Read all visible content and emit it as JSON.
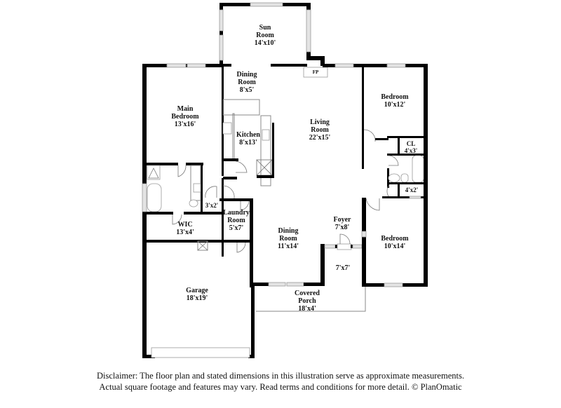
{
  "rooms": {
    "sun_room": {
      "name1": "Sun",
      "name2": "Room",
      "dim": "14'x10'"
    },
    "dining_room_upper": {
      "name1": "Dining",
      "name2": "Room",
      "dim": "8'x5'"
    },
    "fireplace": {
      "label": "FP"
    },
    "main_bedroom": {
      "name1": "Main",
      "name2": "Bedroom",
      "dim": "13'x16'"
    },
    "kitchen": {
      "name1": "Kitchen",
      "dim": "8'x13'"
    },
    "living_room": {
      "name1": "Living",
      "name2": "Room",
      "dim": "22'x15'"
    },
    "bedroom_upper": {
      "name1": "Bedroom",
      "dim": "10'x12'"
    },
    "closet": {
      "name1": "CL",
      "dim": "4'x3'"
    },
    "closet_small": {
      "dim": "4'x2'"
    },
    "half_bath": {
      "dim": "3'x2'"
    },
    "wic": {
      "name1": "WIC",
      "dim": "13'x4'"
    },
    "laundry": {
      "name1": "Laundry",
      "name2": "Room",
      "dim": "5'x7'"
    },
    "dining_room_lower": {
      "name1": "Dining",
      "name2": "Room",
      "dim": "11'x14'"
    },
    "foyer": {
      "name1": "Foyer",
      "dim": "7'x8'"
    },
    "entry": {
      "dim": "7'x7'"
    },
    "bedroom_lower": {
      "name1": "Bedroom",
      "dim": "10'x14'"
    },
    "garage": {
      "name1": "Garage",
      "dim": "18'x19'"
    },
    "covered_porch": {
      "name1": "Covered",
      "name2": "Porch",
      "dim": "18'x4'"
    }
  },
  "disclaimer": {
    "line1": "Disclaimer: The floor plan and stated dimensions in this illustration serve as approximate measurements.",
    "line2": "Actual square footage and features may vary. Read terms and conditions for more detail. © PlanOmatic"
  }
}
